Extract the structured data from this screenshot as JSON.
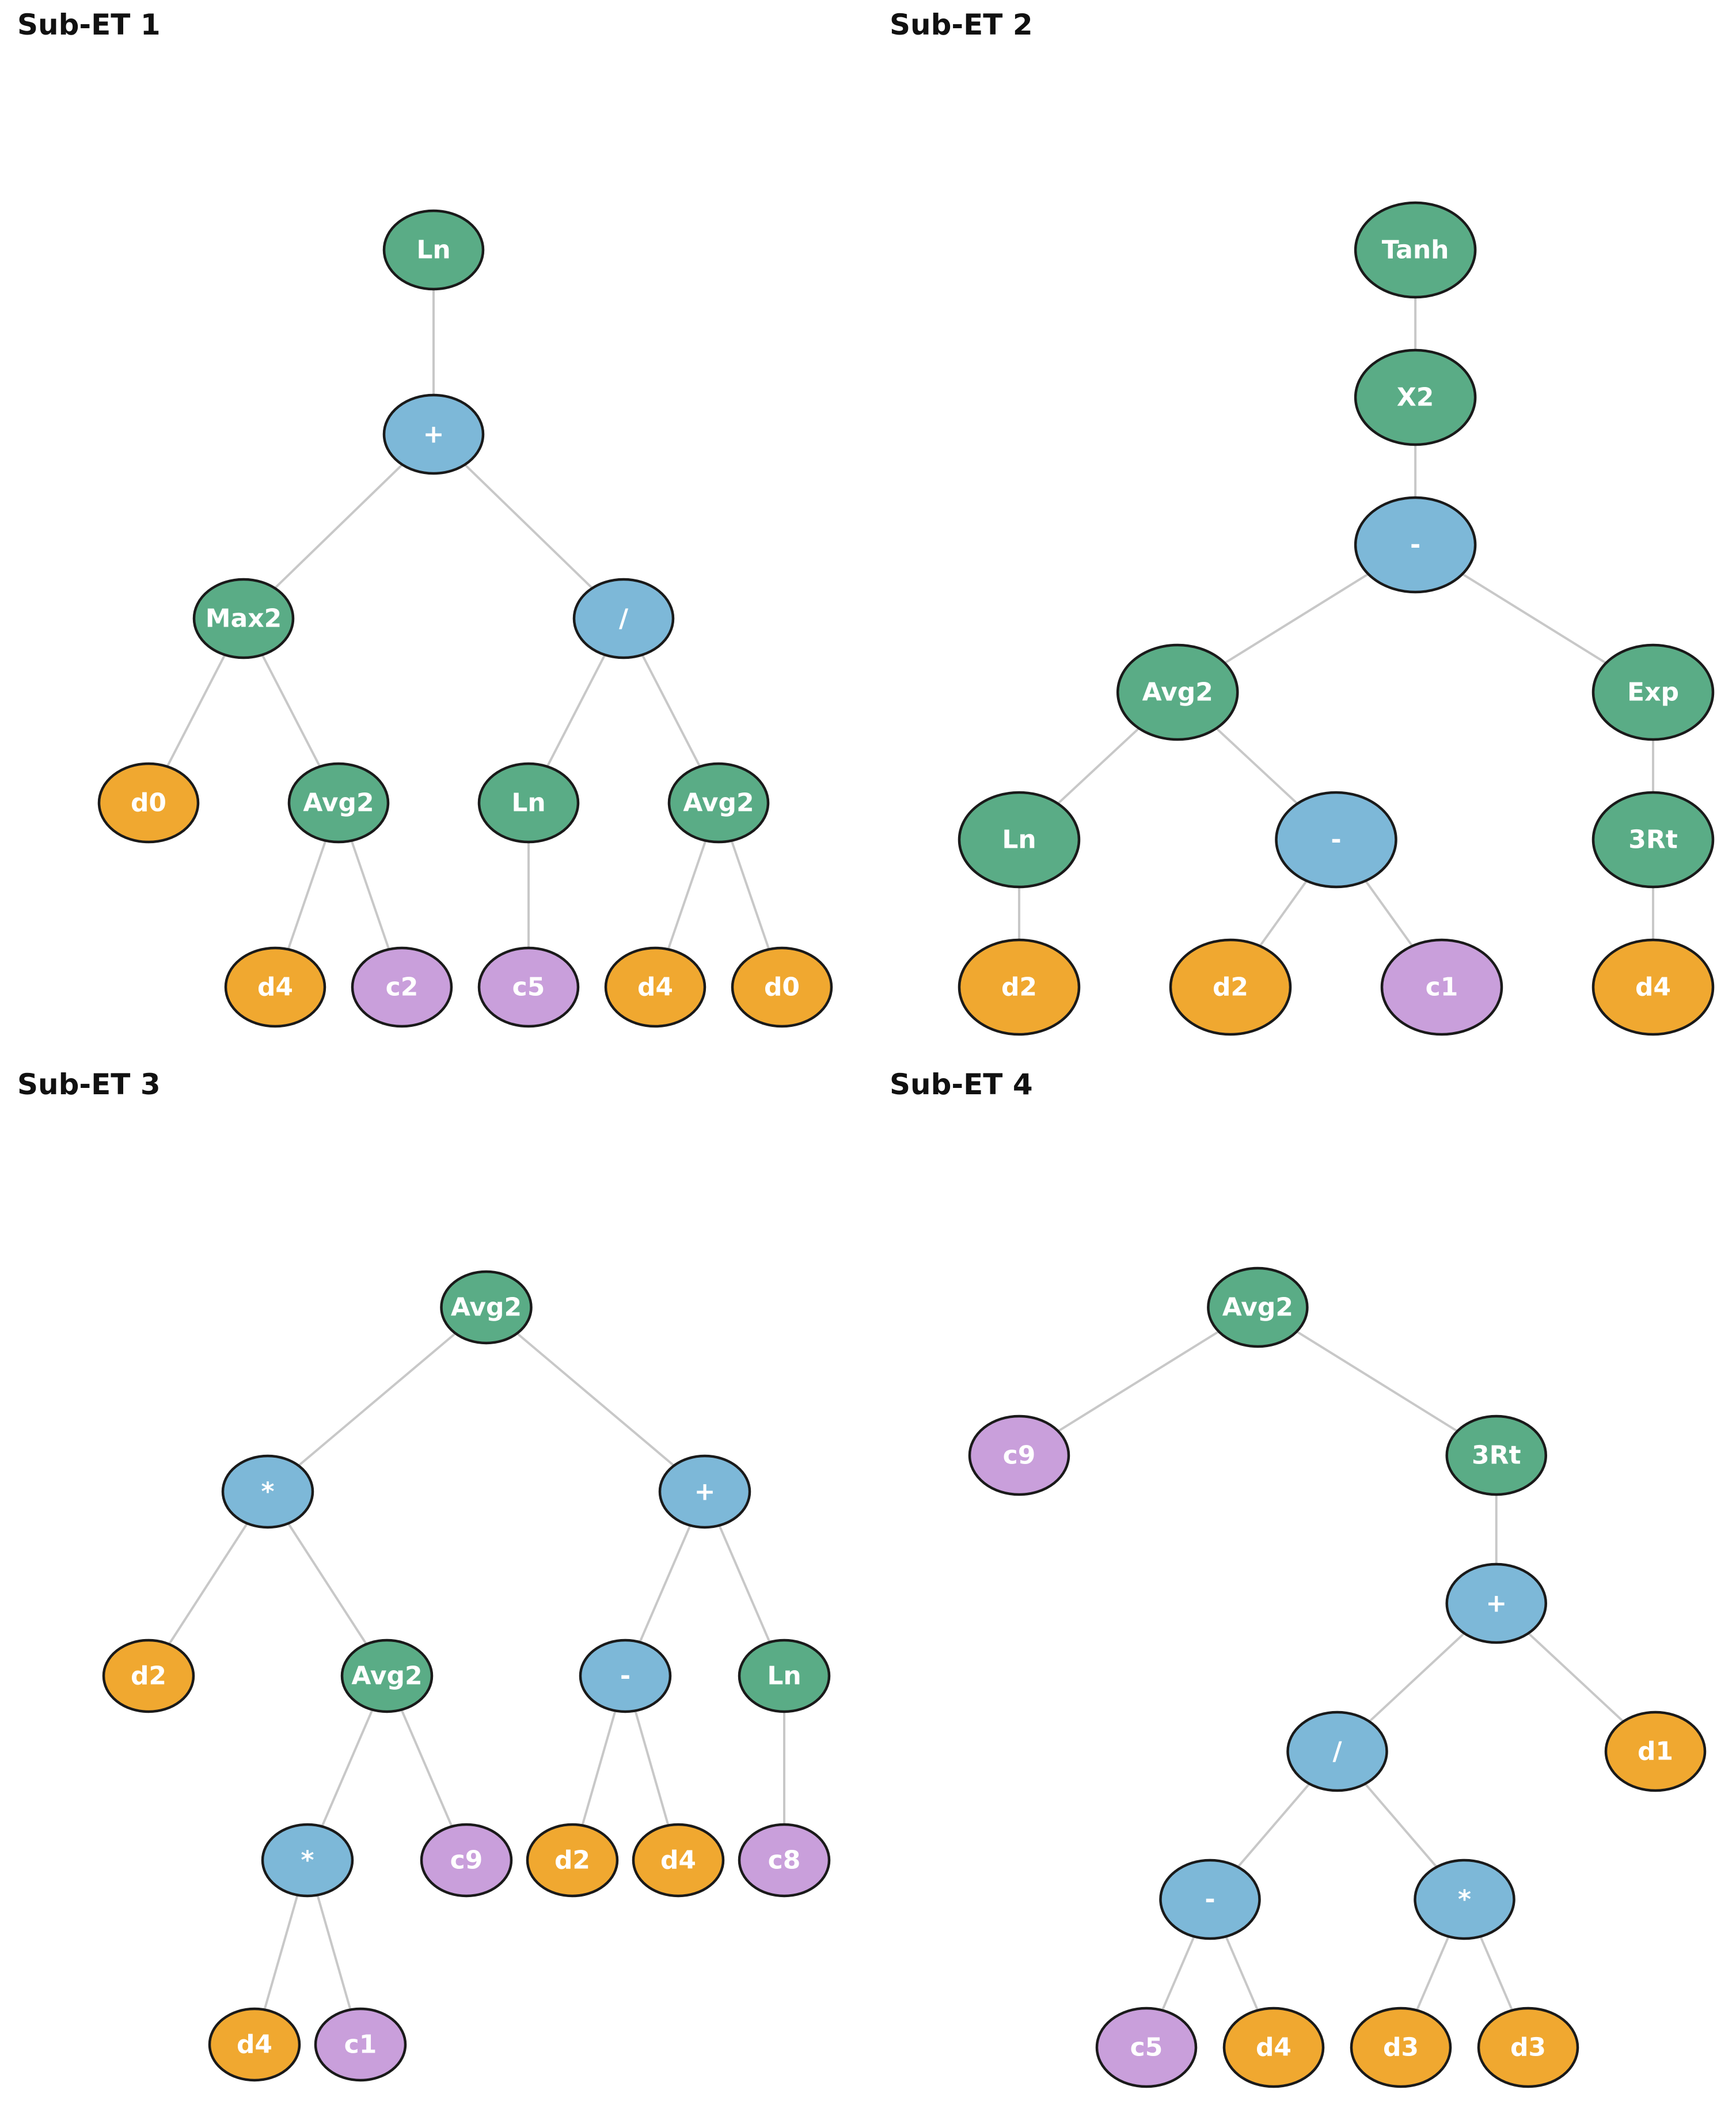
{
  "colors": {
    "function": "#5aac86",
    "operator": "#7db8d8",
    "variable": "#f0a830",
    "constant": "#c99fdb"
  },
  "panels": [
    {
      "title": "Sub-ET 1",
      "tree": {
        "label": "Ln",
        "kind": "function",
        "children": [
          {
            "label": "+",
            "kind": "operator",
            "children": [
              {
                "label": "Max2",
                "kind": "function",
                "children": [
                  {
                    "label": "d0",
                    "kind": "variable"
                  },
                  {
                    "label": "Avg2",
                    "kind": "function",
                    "children": [
                      {
                        "label": "d4",
                        "kind": "variable"
                      },
                      {
                        "label": "c2",
                        "kind": "constant"
                      }
                    ]
                  }
                ]
              },
              {
                "label": "/",
                "kind": "operator",
                "children": [
                  {
                    "label": "Ln",
                    "kind": "function",
                    "children": [
                      {
                        "label": "c5",
                        "kind": "constant"
                      }
                    ]
                  },
                  {
                    "label": "Avg2",
                    "kind": "function",
                    "children": [
                      {
                        "label": "d4",
                        "kind": "variable"
                      },
                      {
                        "label": "d0",
                        "kind": "variable"
                      }
                    ]
                  }
                ]
              }
            ]
          }
        ]
      }
    },
    {
      "title": "Sub-ET 2",
      "tree": {
        "label": "Tanh",
        "kind": "function",
        "children": [
          {
            "label": "X2",
            "kind": "function",
            "children": [
              {
                "label": "-",
                "kind": "operator",
                "children": [
                  {
                    "label": "Avg2",
                    "kind": "function",
                    "children": [
                      {
                        "label": "Ln",
                        "kind": "function",
                        "children": [
                          {
                            "label": "d2",
                            "kind": "variable"
                          }
                        ]
                      },
                      {
                        "label": "-",
                        "kind": "operator",
                        "children": [
                          {
                            "label": "d2",
                            "kind": "variable"
                          },
                          {
                            "label": "c1",
                            "kind": "constant"
                          }
                        ]
                      }
                    ]
                  },
                  {
                    "label": "Exp",
                    "kind": "function",
                    "children": [
                      {
                        "label": "3Rt",
                        "kind": "function",
                        "children": [
                          {
                            "label": "d4",
                            "kind": "variable"
                          }
                        ]
                      }
                    ]
                  }
                ]
              }
            ]
          }
        ]
      }
    },
    {
      "title": "Sub-ET 3",
      "tree": {
        "label": "Avg2",
        "kind": "function",
        "children": [
          {
            "label": "*",
            "kind": "operator",
            "children": [
              {
                "label": "d2",
                "kind": "variable"
              },
              {
                "label": "Avg2",
                "kind": "function",
                "children": [
                  {
                    "label": "*",
                    "kind": "operator",
                    "children": [
                      {
                        "label": "d4",
                        "kind": "variable"
                      },
                      {
                        "label": "c1",
                        "kind": "constant"
                      }
                    ]
                  },
                  {
                    "label": "c9",
                    "kind": "constant"
                  }
                ]
              }
            ]
          },
          {
            "label": "+",
            "kind": "operator",
            "children": [
              {
                "label": "-",
                "kind": "operator",
                "children": [
                  {
                    "label": "d2",
                    "kind": "variable"
                  },
                  {
                    "label": "d4",
                    "kind": "variable"
                  }
                ]
              },
              {
                "label": "Ln",
                "kind": "function",
                "children": [
                  {
                    "label": "c8",
                    "kind": "constant"
                  }
                ]
              }
            ]
          }
        ]
      }
    },
    {
      "title": "Sub-ET 4",
      "tree": {
        "label": "Avg2",
        "kind": "function",
        "children": [
          {
            "label": "c9",
            "kind": "constant"
          },
          {
            "label": "3Rt",
            "kind": "function",
            "children": [
              {
                "label": "+",
                "kind": "operator",
                "children": [
                  {
                    "label": "/",
                    "kind": "operator",
                    "children": [
                      {
                        "label": "-",
                        "kind": "operator",
                        "children": [
                          {
                            "label": "c5",
                            "kind": "constant"
                          },
                          {
                            "label": "d4",
                            "kind": "variable"
                          }
                        ]
                      },
                      {
                        "label": "*",
                        "kind": "operator",
                        "children": [
                          {
                            "label": "d3",
                            "kind": "variable"
                          },
                          {
                            "label": "d3",
                            "kind": "variable"
                          }
                        ]
                      }
                    ]
                  },
                  {
                    "label": "d1",
                    "kind": "variable"
                  }
                ]
              }
            ]
          }
        ]
      }
    }
  ]
}
